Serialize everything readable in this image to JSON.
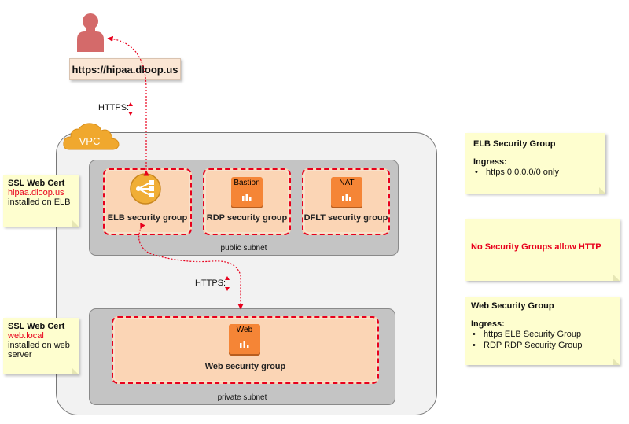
{
  "url": "https://hipaa.dloop.us",
  "https_label": "HTTPS:",
  "vpc_label": "VPC",
  "public_subnet": {
    "label": "public subnet",
    "groups": [
      {
        "label": "ELB security group"
      },
      {
        "label": "RDP security group",
        "instance": "Bastion"
      },
      {
        "label": "DFLT security group",
        "instance": "NAT"
      }
    ]
  },
  "private_subnet": {
    "label": "private subnet",
    "group": {
      "label": "Web security group",
      "instance": "Web"
    }
  },
  "notes": {
    "ssl_elb": {
      "title": "SSL Web Cert",
      "domain": "hipaa.dloop.us",
      "text": "installed on ELB"
    },
    "ssl_web": {
      "title": "SSL Web Cert",
      "domain": "web.local",
      "text1": "installed on web",
      "text2": "server"
    },
    "elb_sg": {
      "title": "ELB Security Group",
      "ingress": "Ingress:",
      "items": [
        "https 0.0.0.0/0 only"
      ]
    },
    "no_http": {
      "text": "No Security Groups allow HTTP"
    },
    "web_sg": {
      "title": "Web Security Group",
      "ingress": "Ingress:",
      "items": [
        "https ELB Security Group",
        "RDP RDP Security Group"
      ]
    }
  },
  "colors": {
    "accent_red": "#e8001c",
    "orange": "#f58536",
    "sg_fill": "#fbd5b5",
    "note_fill": "#fefecf",
    "elb_gold": "#f0ae36"
  }
}
